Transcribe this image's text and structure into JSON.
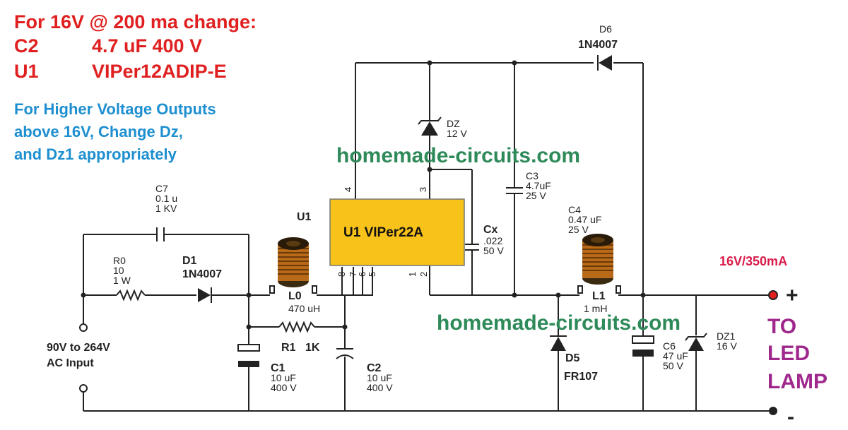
{
  "header": {
    "line1": "For 16V @ 200 ma change:",
    "line2_ref": "C2",
    "line2_val": "4.7 uF 400 V",
    "line3_ref": "U1",
    "line3_val": "VIPer12ADIP-E",
    "note1": "For Higher Voltage Outputs",
    "note2": "above 16V, Change Dz,",
    "note3": "and Dz1 appropriately"
  },
  "watermark": "homemade-circuits.com",
  "components": {
    "c7": {
      "ref": "C7",
      "v1": "0.1 u",
      "v2": "1 KV"
    },
    "r0": {
      "ref": "R0",
      "v1": "10",
      "v2": "1 W"
    },
    "d1": {
      "ref": "D1",
      "v1": "1N4007"
    },
    "u1_label": "U1",
    "l0": {
      "ref": "L0",
      "v1": "470 uH"
    },
    "r1": {
      "ref": "R1",
      "v1": "1K"
    },
    "c1": {
      "ref": "C1",
      "v1": "10 uF",
      "v2": "400 V"
    },
    "c2": {
      "ref": "C2",
      "v1": "10 uF",
      "v2": "400 V"
    },
    "ic": {
      "label": "U1 VIPer22A",
      "pins": [
        "4",
        "3",
        "8",
        "7",
        "6",
        "5",
        "1",
        "2"
      ]
    },
    "dz": {
      "ref": "DZ",
      "v1": "12 V"
    },
    "cx": {
      "ref": "Cx",
      "v1": ".022",
      "v2": "50 V"
    },
    "c3": {
      "ref": "C3",
      "v1": "4.7uF",
      "v2": "25 V"
    },
    "d6": {
      "ref": "D6",
      "v1": "1N4007"
    },
    "c4": {
      "ref": "C4",
      "v1": "0.47 uF",
      "v2": "25 V"
    },
    "l1": {
      "ref": "L1",
      "v1": "1 mH"
    },
    "d5": {
      "ref": "D5",
      "v1": "FR107"
    },
    "c6": {
      "ref": "C6",
      "v1": "47 uF",
      "v2": "50 V"
    },
    "dz1": {
      "ref": "DZ1",
      "v1": "16 V"
    }
  },
  "input": {
    "line1": "90V to 264V",
    "line2": "AC Input"
  },
  "output": {
    "rating": "16V/350mA",
    "plus": "+",
    "minus": "-",
    "to": "TO",
    "led": "LED",
    "lamp": "LAMP"
  },
  "colors": {
    "red": "#e02020",
    "blue": "#1e8fd0",
    "green": "#2f8a5a",
    "magenta": "#a0288c",
    "ic_fill": "#f7c21a",
    "output_red": "#d81b4a"
  }
}
